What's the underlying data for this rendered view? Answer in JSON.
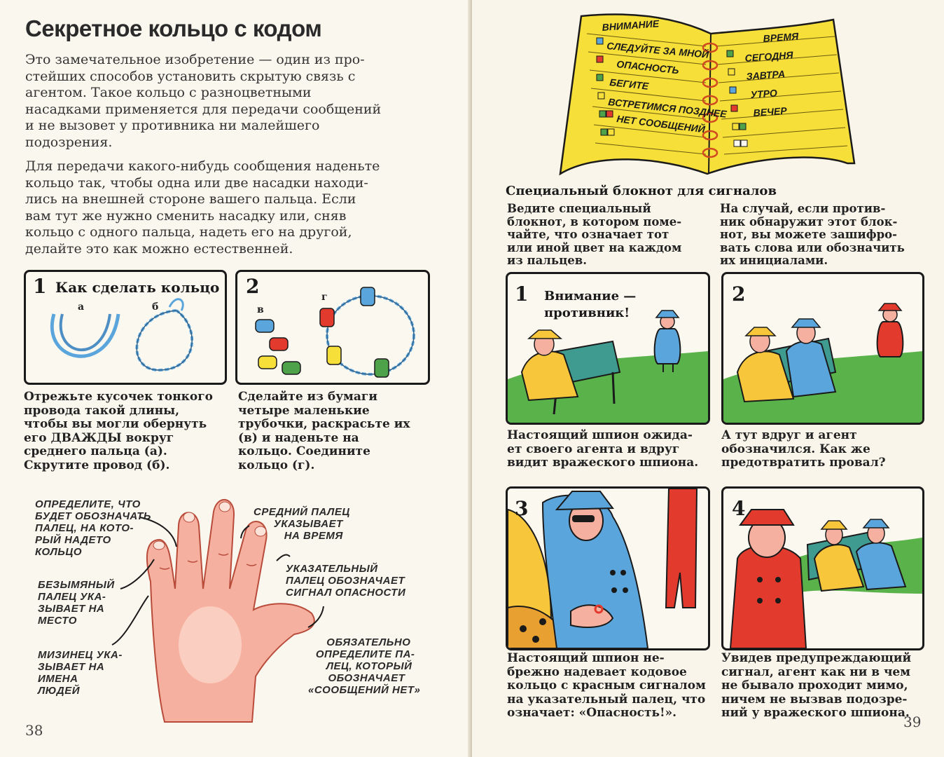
{
  "left": {
    "title": "Секретное кольцо с кодом",
    "intro_lines": [
      "Это замечательное изобретение — один из про-",
      "стейших способов установить скрытую связь с",
      "агентом. Такое кольцо с разноцветными",
      "насадками применяется для передачи сообщений",
      "и не вызовет у противника ни малейшего",
      "подозрения."
    ],
    "instr_lines": [
      "Для передачи какого-нибудь сообщения наденьте",
      "кольцо так, чтобы одна или две насадки находи-",
      "лись на внешней стороне вашего пальца. Если",
      "вам тут же нужно сменить насадку или, сняв",
      "кольцо с одного пальца, надеть его на другой,",
      "делайте это как можно естественней."
    ],
    "panel1": {
      "num": "1",
      "title": "Как сделать кольцо",
      "label_a": "а",
      "label_b": "б"
    },
    "panel2": {
      "num": "2",
      "label_v": "в",
      "label_g": "г"
    },
    "caption1": [
      "Отрежьте кусочек тонкого",
      "провода такой длины,",
      "чтобы вы могли обернуть",
      "его ДВАЖДЫ вокруг",
      "среднего пальца (а).",
      "Скрутите провод (б)."
    ],
    "caption2": [
      "Сделайте из бумаги",
      "четыре маленькие",
      "трубочки, раскрасьте их",
      "(в) и наденьте на",
      "кольцо. Соедините",
      "кольцо (г)."
    ],
    "hand_notes": {
      "n1": [
        "ОПРЕДЕЛИТЕ, ЧТО",
        "БУДЕТ ОБОЗНАЧАТЬ",
        "ПАЛЕЦ, НА КОТО-",
        "РЫЙ НАДЕТО",
        "КОЛЬЦО"
      ],
      "n2": [
        "СРЕДНИЙ ПАЛЕЦ",
        "УКАЗЫВАЕТ",
        "НА ВРЕМЯ"
      ],
      "n3": [
        "УКАЗАТЕЛЬНЫЙ",
        "ПАЛЕЦ ОБОЗНАЧАЕТ",
        "СИГНАЛ ОПАСНОСТИ"
      ],
      "n4": [
        "БЕЗЫМЯНЫЙ",
        "ПАЛЕЦ УКА-",
        "ЗЫВАЕТ НА",
        "МЕСТО"
      ],
      "n5": [
        "МИЗИНЕЦ УКА-",
        "ЗЫВАЕТ НА",
        "ИМЕНА",
        "ЛЮДЕЙ"
      ],
      "n6": [
        "ОБЯЗАТЕЛЬНО",
        "ОПРЕДЕЛИТЕ ПА-",
        "ЛЕЦ, КОТОРЫЙ",
        "ОБОЗНАЧАЕТ",
        "«СООБЩЕНИЙ НЕТ»"
      ]
    },
    "page_number": "38"
  },
  "right": {
    "notebook": {
      "left_words": [
        "ВНИМАНИЕ",
        "СЛЕДУЙТЕ ЗА МНОЙ",
        "ОПАСНОСТЬ",
        "БЕГИТЕ",
        "ВСТРЕТИМСЯ ПОЗДНЕЕ",
        "НЕТ СООБЩЕНИЙ"
      ],
      "right_words": [
        "ВРЕМЯ",
        "СЕГОДНЯ",
        "ЗАВТРА",
        "УТРО",
        "ВЕЧЕР"
      ]
    },
    "notebook_title": "Специальный блокнот для сигналов",
    "nb_col1": [
      "Ведите специальный",
      "блокнот, в котором поме-",
      "чайте, что означает тот",
      "или иной цвет на каждом",
      "из пальцев."
    ],
    "nb_col2": [
      "На случай, если против-",
      "ник обнаружит этот блок-",
      "нот, вы можете зашифро-",
      "вать слова или обозначить",
      "их инициалами."
    ],
    "panels": [
      {
        "num": "1",
        "speech": [
          "Внимание —",
          "противник!"
        ]
      },
      {
        "num": "2"
      },
      {
        "num": "3"
      },
      {
        "num": "4"
      }
    ],
    "cap1": [
      "Настоящий шпион ожида-",
      "ет своего агента и вдруг",
      "видит вражеского шпиона."
    ],
    "cap2": [
      "А тут вдруг и агент",
      "обозначился. Как же",
      "предотвратить провал?"
    ],
    "cap3": [
      "Настоящий шпион не-",
      "брежно надевает кодовое",
      "кольцо с красным сигналом",
      "на указательный палец, что",
      "означает: «Опасность!»."
    ],
    "cap4": [
      "Увидев предупреждающий",
      "сигнал, агент как ни в чем",
      "не бывало проходит мимо,",
      "ничем не вызвав подозре-",
      "ний у вражеского шпиона."
    ],
    "page_number": "39"
  },
  "colors": {
    "yellow": "#f7df3a",
    "blue": "#5aa6dc",
    "red": "#e23b2e",
    "green": "#4ea34a",
    "skin": "#f6b0a0"
  }
}
